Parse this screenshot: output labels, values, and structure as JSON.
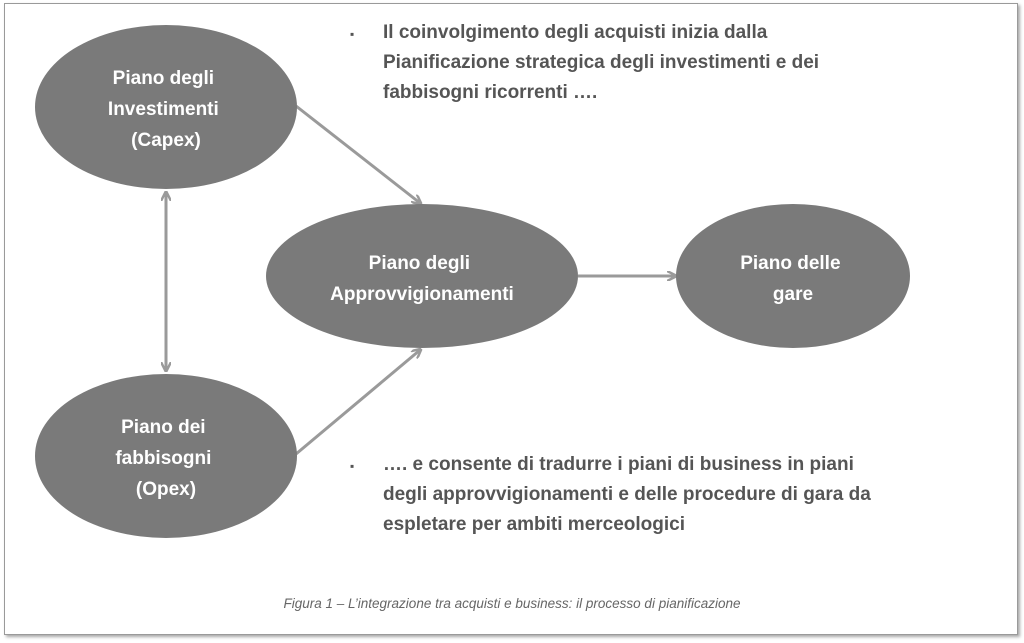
{
  "nodes": {
    "capex": [
      "Piano degli",
      "Investimenti",
      "(Capex)"
    ],
    "opex": [
      "Piano dei",
      "fabbisogni",
      "(Opex)"
    ],
    "approvvigionamenti": [
      "Piano degli",
      "Approvvigionamenti"
    ],
    "gare": [
      "Piano delle",
      "gare"
    ]
  },
  "bullets": {
    "top": {
      "marker": "▪",
      "lines": [
        "Il coinvolgimento degli acquisti inizia dalla",
        "Pianificazione strategica degli investimenti e dei",
        "fabbisogni ricorrenti …."
      ]
    },
    "bottom": {
      "marker": "▪",
      "lines": [
        "…. e consente di tradurre i piani di business in piani",
        "degli approvvigionamenti e delle procedure di gara da",
        "espletare per ambiti merceologici"
      ]
    }
  },
  "caption": "Figura 1 – L’integrazione tra acquisti e business: il processo di pianificazione",
  "colors": {
    "ellipse_fill": "#7a7a7a",
    "arrow": "#9a9a9a",
    "text_dark": "#555555"
  }
}
